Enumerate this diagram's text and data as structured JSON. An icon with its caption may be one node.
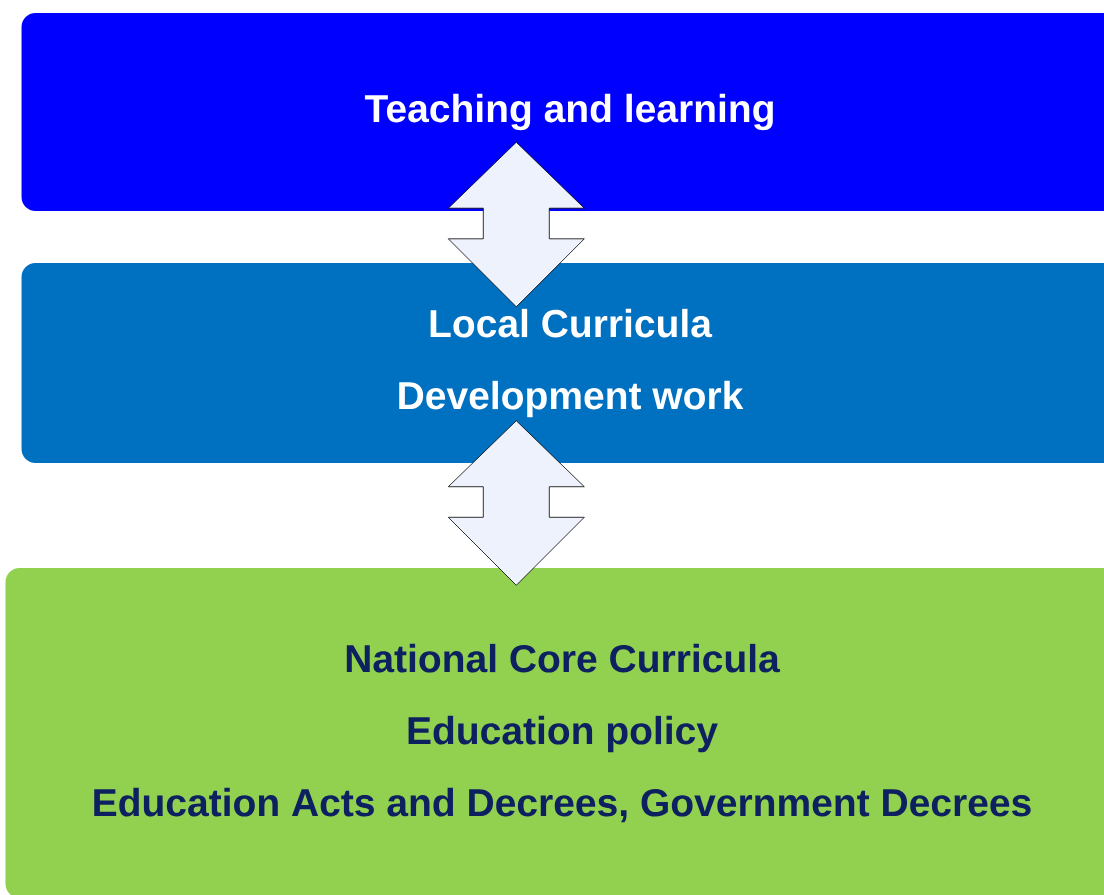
{
  "diagram": {
    "nodes": [
      {
        "text": [
          "Teaching and learning"
        ]
      },
      {
        "text": [
          "Local Curricula",
          "Development work"
        ]
      },
      {
        "text": [
          "National Core Curricula",
          "Education policy",
          "Education Acts and Decrees, Government Decrees"
        ]
      }
    ],
    "edges": [
      {
        "from": 0,
        "to": 1,
        "arrow": "both"
      },
      {
        "from": 1,
        "to": 2,
        "arrow": "both"
      }
    ]
  }
}
